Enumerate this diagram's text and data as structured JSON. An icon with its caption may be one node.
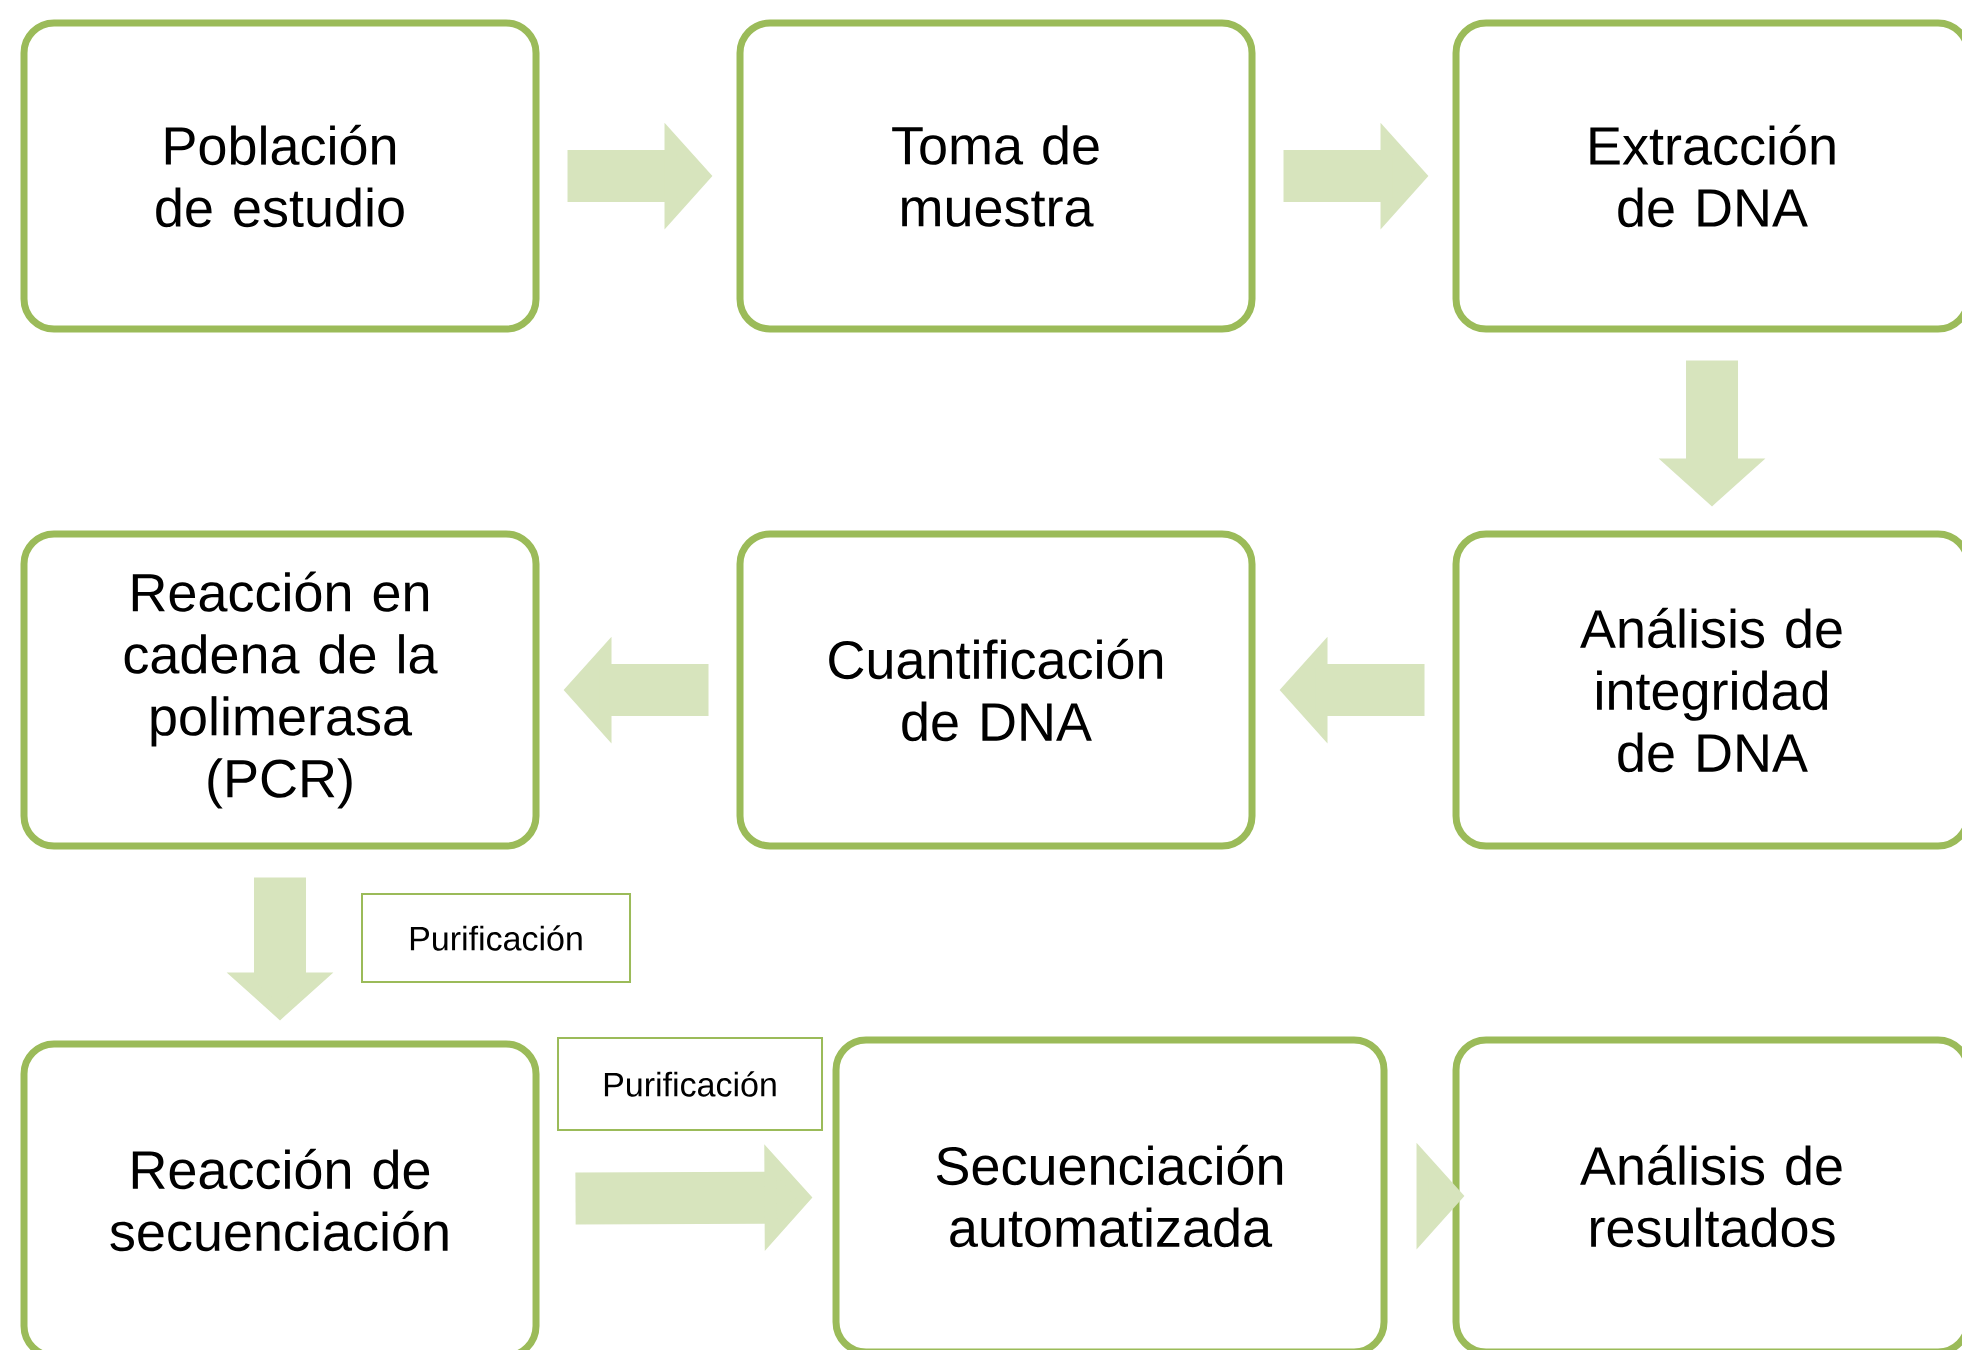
{
  "diagram": {
    "nodes": [
      {
        "text": [
          "Población de estudio"
        ]
      },
      {
        "text": [
          "Toma de muestra"
        ]
      },
      {
        "text": [
          "Extracción de DNA"
        ]
      },
      {
        "text": [
          "Reacción en cadena de la polimerasa (PCR)"
        ]
      },
      {
        "text": [
          "Cuantificación de DNA"
        ]
      },
      {
        "text": [
          "Análisis de integridad de DNA"
        ]
      },
      {
        "text": [
          "Purificación"
        ]
      },
      {
        "text": [
          "Purificación"
        ]
      },
      {
        "text": [
          "Reacción de secuenciación"
        ]
      },
      {
        "text": [
          "Secuenciación automatizada"
        ]
      },
      {
        "text": [
          "Análisis de resultados"
        ]
      }
    ],
    "edges": [
      {
        "from": 0,
        "to": 1,
        "arrow": "to"
      },
      {
        "from": 1,
        "to": 2,
        "arrow": "to"
      },
      {
        "from": 2,
        "to": 5,
        "arrow": "to"
      },
      {
        "from": 5,
        "to": 4,
        "arrow": "to"
      },
      {
        "from": 4,
        "to": 3,
        "arrow": "to"
      },
      {
        "from": 3,
        "to": 8,
        "arrow": "to"
      },
      {
        "from": 8,
        "to": 9,
        "arrow": "to"
      },
      {
        "from": 9,
        "to": 10,
        "arrow": "to"
      }
    ]
  }
}
